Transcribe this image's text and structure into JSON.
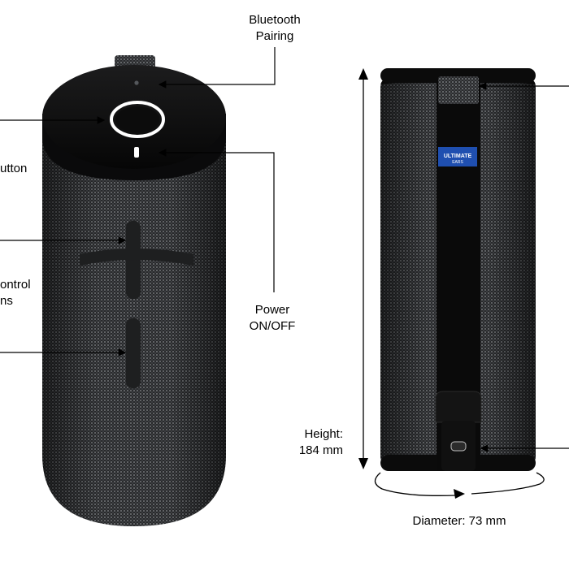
{
  "callouts": {
    "bluetooth_pairing": {
      "line1": "Bluetooth",
      "line2": "Pairing"
    },
    "button_partial": {
      "line1": "utton"
    },
    "control_partial": {
      "line1": "ontrol",
      "line2": "ns"
    },
    "power": {
      "line1": "Power",
      "line2": "ON/OFF"
    },
    "height": {
      "line1": "Height:",
      "line2": "184 mm"
    },
    "diameter": {
      "text": "Diameter: 73 mm"
    }
  },
  "badge": {
    "line1": "ULTIMATE",
    "line2": "EARS"
  },
  "colors": {
    "speaker_body": "#2a2b2d",
    "fabric_dot": "#8e9296",
    "cap": "#0d0d0e",
    "strap": "#0a0a0a",
    "badge_blue": "#1f4fb0",
    "ring": "#ffffff"
  }
}
